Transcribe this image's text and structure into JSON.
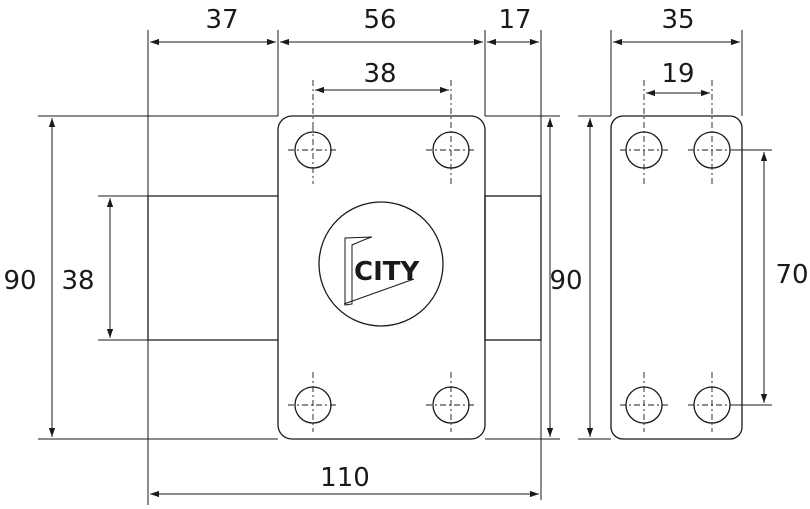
{
  "dimensions": {
    "top_37": "37",
    "top_56": "56",
    "top_17": "17",
    "top_38": "38",
    "left_90": "90",
    "left_38": "38",
    "right_90": "90",
    "bottom_110": "110",
    "side_35": "35",
    "side_19": "19",
    "side_70": "70"
  },
  "logo": {
    "text": "CITY"
  }
}
